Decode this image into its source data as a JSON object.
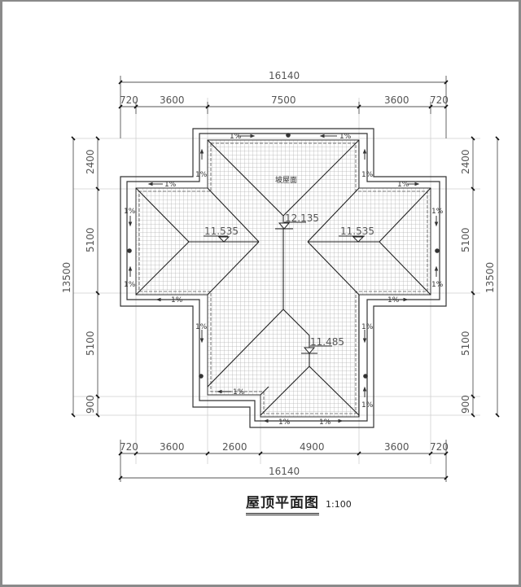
{
  "drawing": {
    "title": "屋顶平面图",
    "scale": "1:100",
    "roof_label": "坡屋面"
  },
  "dimensions": {
    "top_total": "16140",
    "top_segments": [
      "720",
      "3600",
      "7500",
      "3600",
      "720"
    ],
    "bottom_segments": [
      "720",
      "3600",
      "2600",
      "4900",
      "3600",
      "720"
    ],
    "bottom_total": "16140",
    "left_segments": [
      "2400",
      "5100",
      "5100",
      "900"
    ],
    "left_total": "13500",
    "right_segments": [
      "2400",
      "5100",
      "5100",
      "900"
    ],
    "right_total": "13500"
  },
  "elevations": {
    "ridge_center": "12.135",
    "left_wing": "11.535",
    "right_wing": "11.535",
    "lower_gable": "11.485"
  },
  "slopes": {
    "label": "1%"
  },
  "colors": {
    "line": "#333333",
    "dim_line": "#555555",
    "grid": "#bdbdbd",
    "frame": "#8a8a8a"
  }
}
